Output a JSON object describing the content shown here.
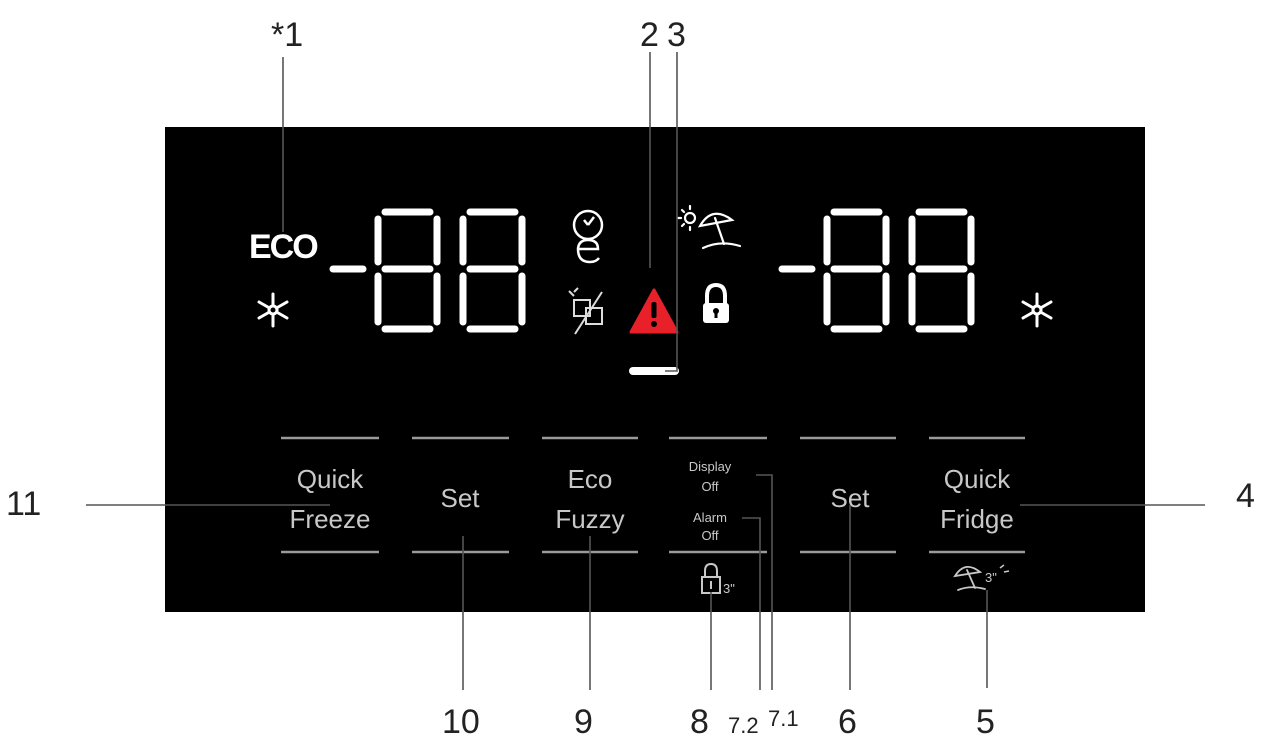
{
  "panel": {
    "eco_indicator": "ECO",
    "left_display": "-88",
    "right_display": "-88"
  },
  "buttons": {
    "quick_freeze": [
      "Quick",
      "Freeze"
    ],
    "set_left": "Set",
    "eco_fuzzy": [
      "Eco",
      "Fuzzy"
    ],
    "display_off": [
      "Display",
      "Off"
    ],
    "alarm_off": [
      "Alarm",
      "Off"
    ],
    "lock_hold": "3\"",
    "set_right": "Set",
    "quick_fridge": [
      "Quick",
      "Fridge"
    ],
    "holiday_hold": "3\""
  },
  "callouts": {
    "c1": "*1",
    "c2": "2",
    "c3": "3",
    "c4": "4",
    "c5": "5",
    "c6": "6",
    "c7_1": "7.1",
    "c7_2": "7.2",
    "c8": "8",
    "c9": "9",
    "c10": "10",
    "c11": "11"
  },
  "colors": {
    "panel": "#000000",
    "glyph": "#ffffff",
    "label": "#c8c8c8",
    "divider": "#9a9a9a",
    "warning": "#e8202a",
    "leader": "#555555"
  },
  "icons": [
    "snowflake-icon",
    "eco-timer-icon",
    "ice-off-icon",
    "warning-icon",
    "holiday-icon",
    "lock-icon"
  ]
}
